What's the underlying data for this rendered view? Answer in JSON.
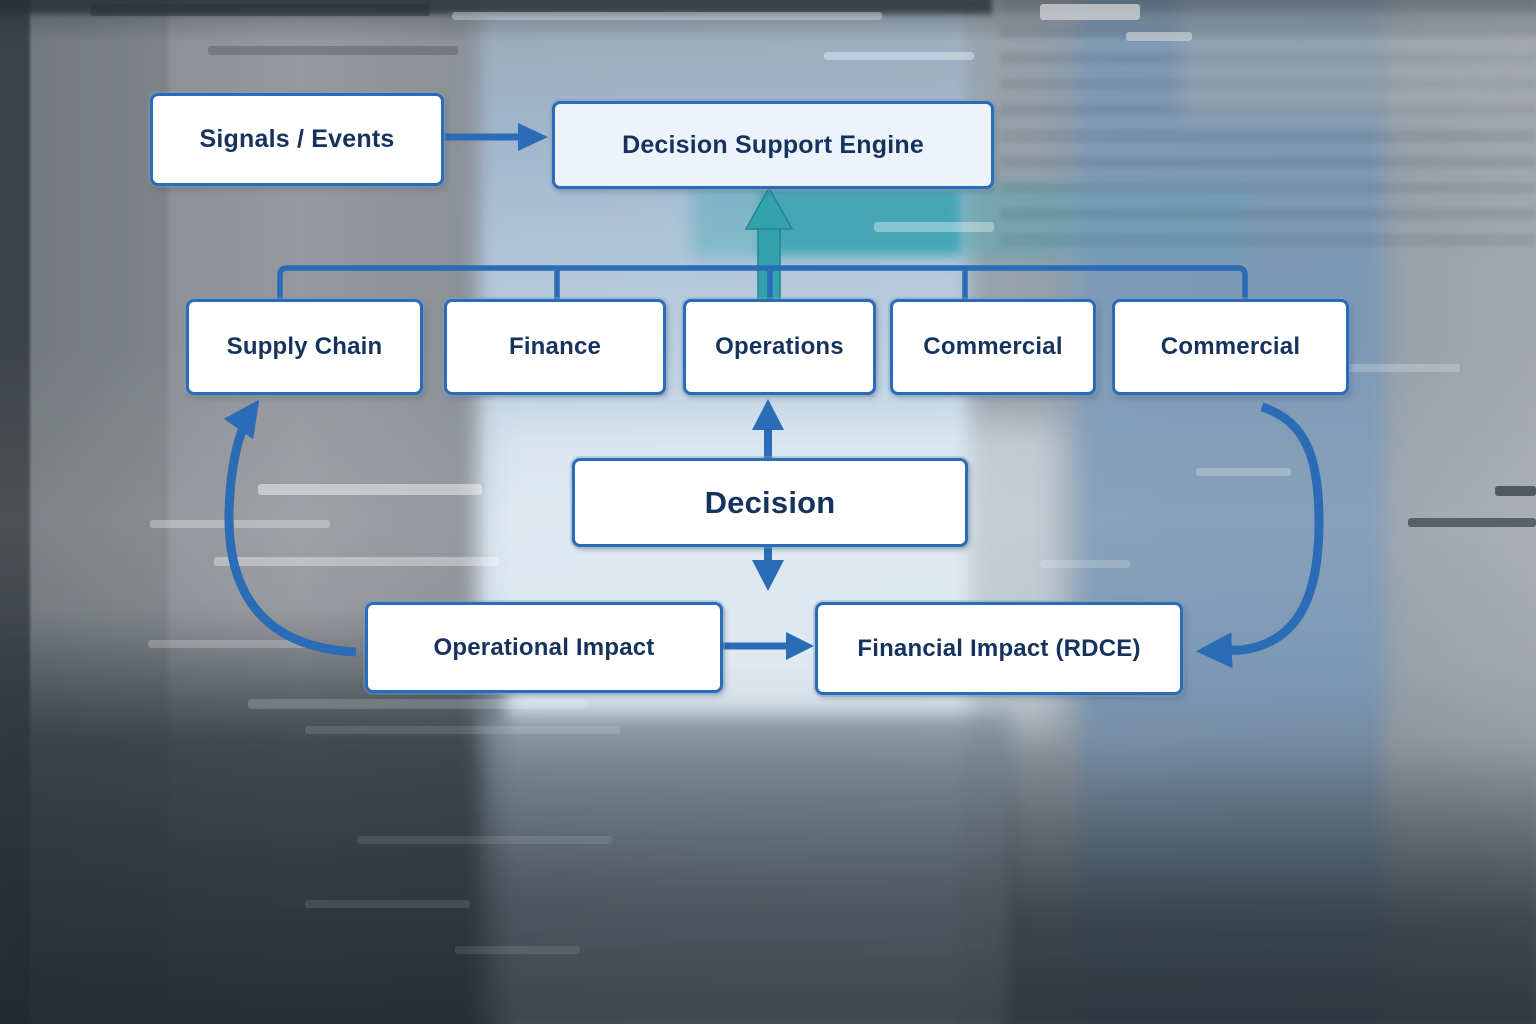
{
  "diagram": {
    "nodes": {
      "signals": {
        "label": "Signals / Events"
      },
      "engine": {
        "label": "Decision Support Engine"
      },
      "row": [
        {
          "label": "Supply Chain"
        },
        {
          "label": "Finance"
        },
        {
          "label": "Operations"
        },
        {
          "label": "Commercial"
        },
        {
          "label": "Commercial"
        }
      ],
      "decision": {
        "label": "Decision"
      },
      "operational_impact": {
        "label": "Operational Impact"
      },
      "financial_impact": {
        "label": "Financial Impact (RDCE)"
      }
    },
    "colors": {
      "box_border": "#2a6cb5",
      "box_fill": "#ffffff",
      "engine_fill": "#edf3fa",
      "text": "#16335e",
      "arrow_blue": "#2a6cb5",
      "arrow_teal": "#32a2af"
    }
  }
}
